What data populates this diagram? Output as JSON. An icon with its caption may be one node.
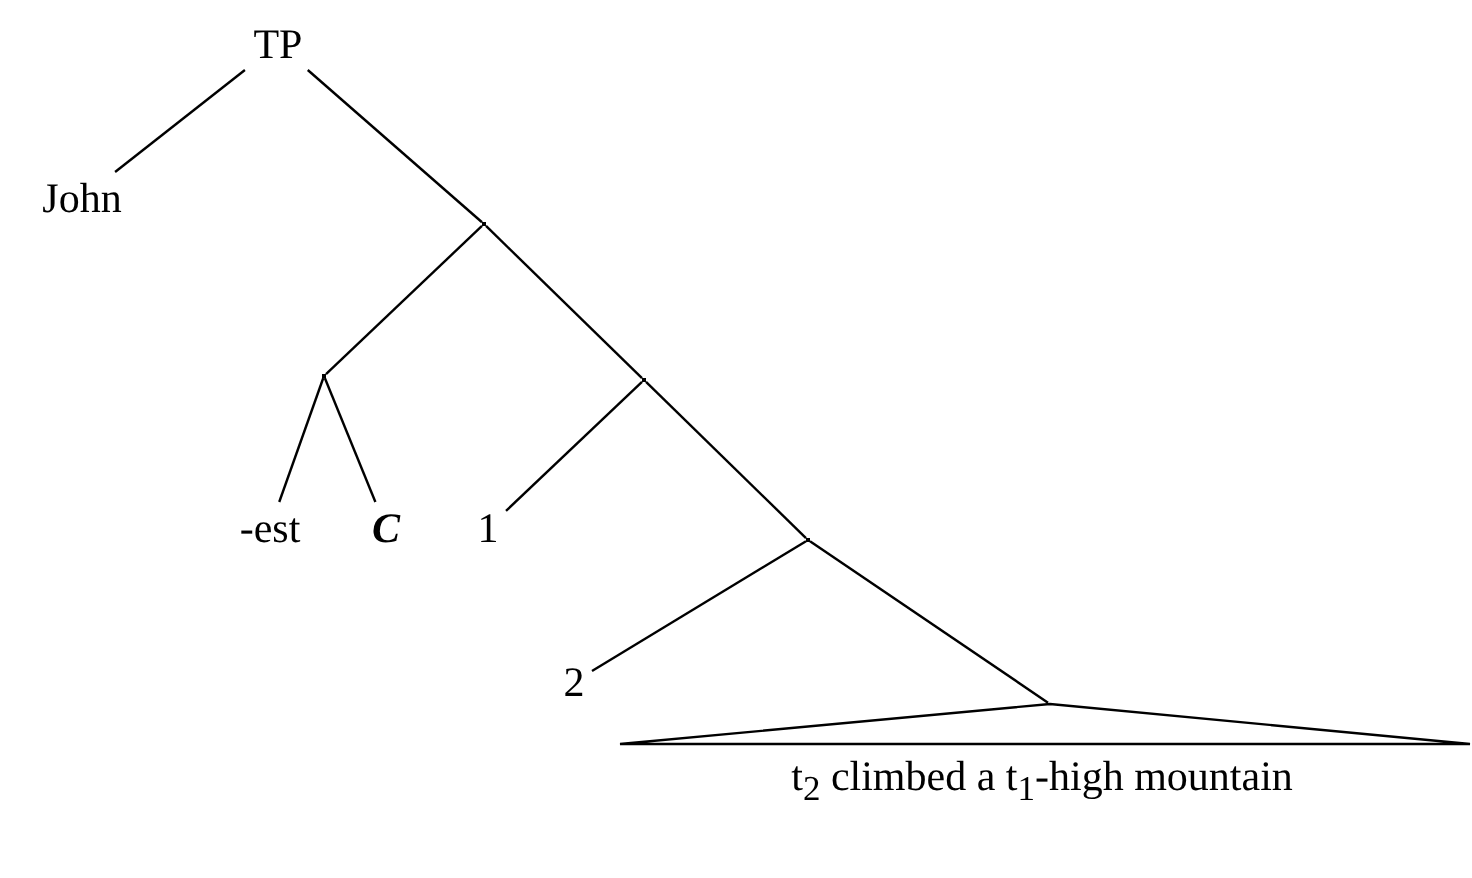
{
  "diagram": {
    "nodes": [
      {
        "text": [
          "TP"
        ]
      },
      {
        "text": [
          "John"
        ]
      },
      {
        "text": [],
        "shape": "point"
      },
      {
        "text": [],
        "shape": "point"
      },
      {
        "text": [
          "-est"
        ]
      },
      {
        "text": [
          "C"
        ]
      },
      {
        "text": [],
        "shape": "point"
      },
      {
        "text": [
          "1"
        ]
      },
      {
        "text": [],
        "shape": "point"
      },
      {
        "text": [
          "2"
        ]
      },
      {
        "text": [
          "t$_{2}$ climbed a t$_{1}$-high mountain"
        ]
      }
    ],
    "edges": [
      {
        "from": 0,
        "to": 1,
        "arrow": "none"
      },
      {
        "from": 0,
        "to": 2,
        "arrow": "none"
      },
      {
        "from": 2,
        "to": 3,
        "arrow": "none"
      },
      {
        "from": 2,
        "to": 6,
        "arrow": "none"
      },
      {
        "from": 3,
        "to": 4,
        "arrow": "none"
      },
      {
        "from": 3,
        "to": 5,
        "arrow": "none"
      },
      {
        "from": 6,
        "to": 7,
        "arrow": "none"
      },
      {
        "from": 6,
        "to": 8,
        "arrow": "none"
      },
      {
        "from": 8,
        "to": 9,
        "arrow": "none"
      },
      {
        "from": 8,
        "to": 10,
        "arrow": "none"
      }
    ]
  }
}
